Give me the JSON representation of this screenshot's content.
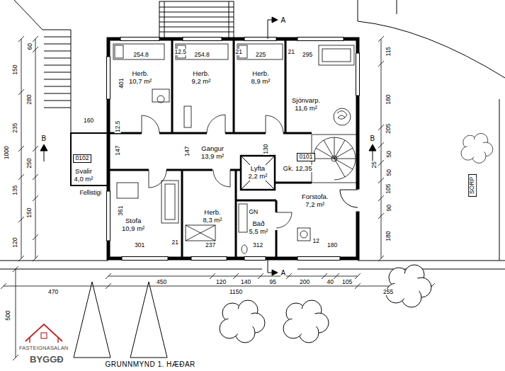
{
  "diagram": {
    "title": "GRUNNMYND 1. HÆÐAR",
    "nodes": [
      {
        "text": [
          "Herb.",
          "10,7 m²"
        ]
      },
      {
        "text": [
          "Herb.",
          "9,2 m²"
        ]
      },
      {
        "text": [
          "Herb.",
          "8,9 m²"
        ]
      },
      {
        "text": [
          "Sjónvarp.",
          "11,6 m²"
        ]
      },
      {
        "text": [
          "0102"
        ]
      },
      {
        "text": [
          "Svalir",
          "4,0 m²"
        ]
      },
      {
        "text": [
          "Gangur",
          "13,9 m²"
        ]
      },
      {
        "text": [
          "0101"
        ]
      },
      {
        "text": [
          "Gk. 12,35"
        ]
      },
      {
        "text": [
          "Lyfta",
          "2,2 m²"
        ]
      },
      {
        "text": [
          "Forstofa.",
          "7,2 m²"
        ]
      },
      {
        "text": [
          "Stofa",
          "10,9 m²"
        ]
      },
      {
        "text": [
          "Herb.",
          "8,3 m²"
        ]
      },
      {
        "text": [
          "Bað",
          "5,5 m²"
        ]
      },
      {
        "text": [
          "SORP"
        ]
      }
    ],
    "labels": [
      "254.8",
      "12.5",
      "254.8",
      "21",
      "225",
      "21",
      "295",
      "401",
      "12.5",
      "160",
      "147",
      "147",
      "130",
      "361",
      "301",
      "21",
      "237",
      "312",
      "12",
      "180",
      "GN",
      "60",
      "150",
      "280",
      "235",
      "1000",
      "250",
      "135",
      "150",
      "120",
      "115",
      "180",
      "205",
      "50",
      "25",
      "50",
      "105",
      "90",
      "180",
      "450",
      "120",
      "140",
      "95",
      "200",
      "40",
      "105",
      "470",
      "1150",
      "255",
      "500",
      "A",
      "A",
      "B",
      "B",
      "Fellistigi",
      "FASTEIGNASALAN",
      "BYGGÐ"
    ]
  }
}
